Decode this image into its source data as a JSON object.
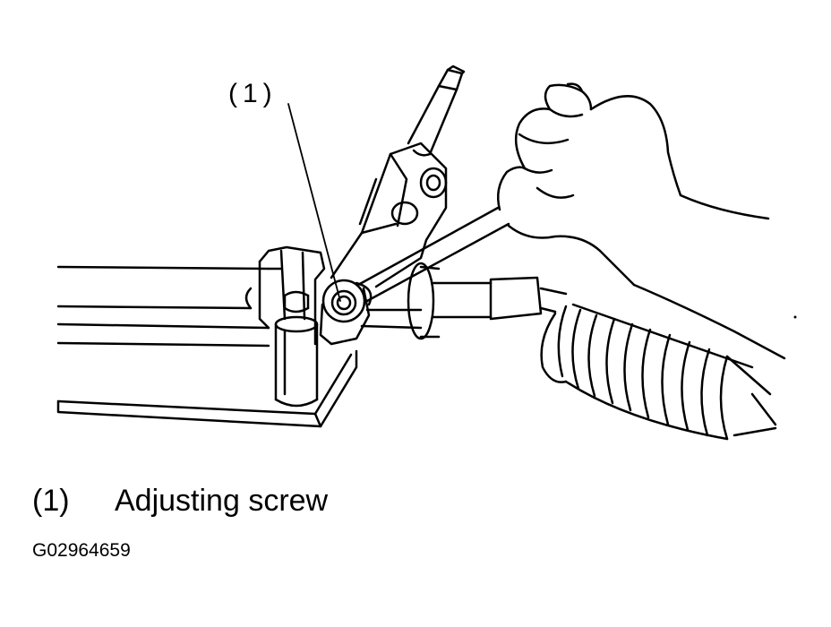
{
  "callout": {
    "label": "(1)"
  },
  "legend": {
    "items": [
      {
        "number": "(1)",
        "text": "Adjusting screw"
      }
    ]
  },
  "figure_id": "G02964659",
  "colors": {
    "line": "#000000",
    "background": "#ffffff"
  }
}
